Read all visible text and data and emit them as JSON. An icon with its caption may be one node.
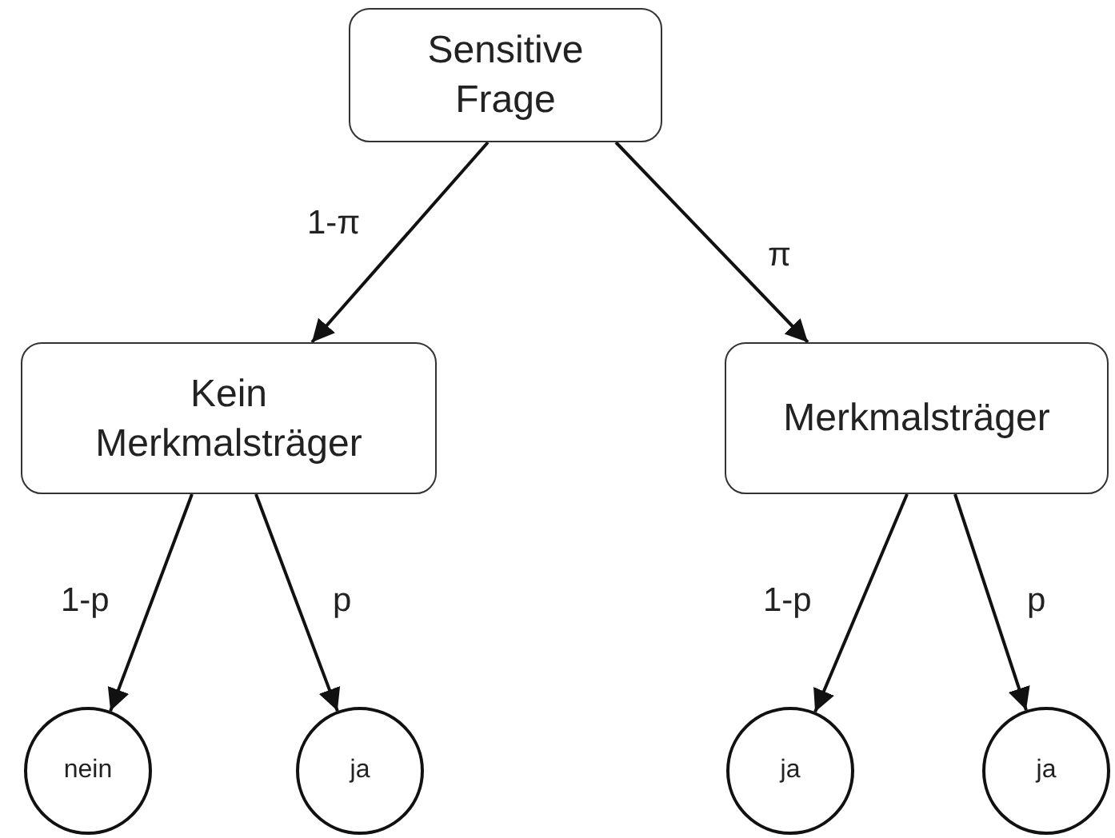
{
  "diagram": {
    "nodes": [
      {
        "text": [
          "Sensitive Frage"
        ]
      },
      {
        "text": [
          "Kein Merkmalsträger"
        ]
      },
      {
        "text": [
          "Merkmalsträger"
        ]
      },
      {
        "text": [
          "nein"
        ]
      },
      {
        "text": [
          "ja"
        ]
      },
      {
        "text": [
          "ja"
        ]
      },
      {
        "text": [
          "ja"
        ]
      }
    ],
    "edges": [
      {
        "from": 0,
        "to": 1,
        "arrow": "to",
        "label": "1-π"
      },
      {
        "from": 0,
        "to": 2,
        "arrow": "to",
        "label": "π"
      },
      {
        "from": 1,
        "to": 3,
        "arrow": "to",
        "label": "1-p"
      },
      {
        "from": 1,
        "to": 4,
        "arrow": "to",
        "label": "p"
      },
      {
        "from": 2,
        "to": 5,
        "arrow": "to",
        "label": "1-p"
      },
      {
        "from": 2,
        "to": 6,
        "arrow": "to",
        "label": "p"
      }
    ]
  }
}
